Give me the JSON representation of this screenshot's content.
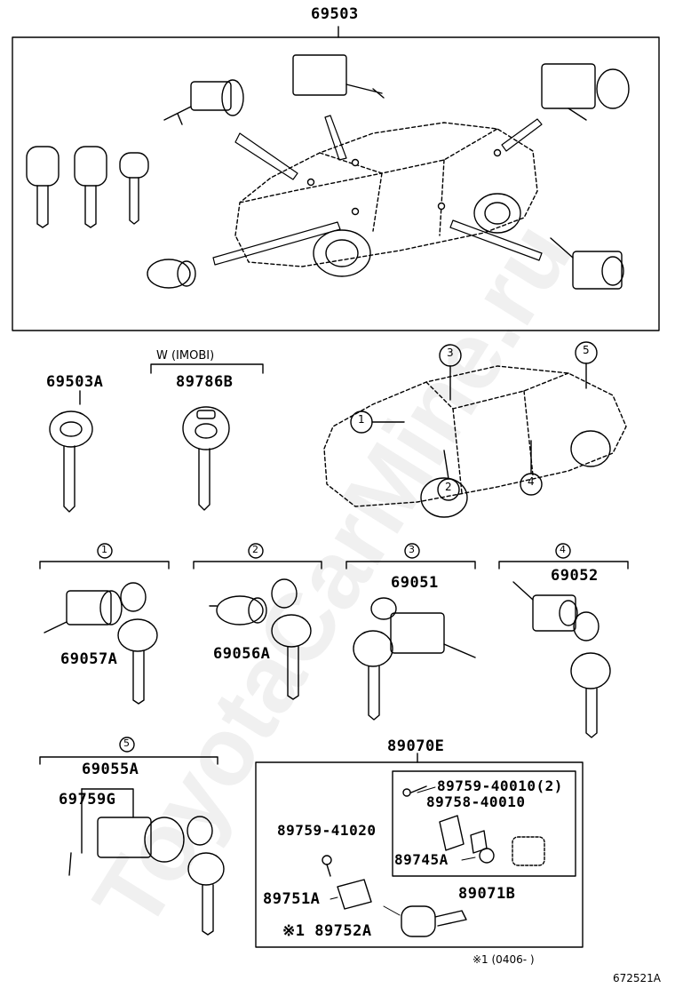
{
  "labels": {
    "main_assembly": "69503",
    "key_plain": "69503A",
    "imobi_group": "W (IMOBI)",
    "key_imobi": "89786B",
    "group1": {
      "marker": "1",
      "part": "69057A"
    },
    "group2": {
      "marker": "2",
      "part": "69056A"
    },
    "group3": {
      "marker": "3",
      "part": "69051"
    },
    "group4": {
      "marker": "4",
      "part": "69052"
    },
    "group5": {
      "marker": "5",
      "part_a": "69055A",
      "part_b": "69759G"
    },
    "transmitter_group": "89070E",
    "transmitter_sub": "89071B",
    "screw_top": "89759-40010(2)",
    "cover": "89758-40010",
    "battery": "89745A",
    "screw_outer": "89759-41020",
    "case": "89751A",
    "key_transmitter": "※1 89752A",
    "footnote": "※1 (0406-     )",
    "diagram_code": "672521A"
  },
  "car_markers": [
    "1",
    "2",
    "3",
    "4",
    "5"
  ],
  "watermark": "ToyotaCarMine.ru"
}
